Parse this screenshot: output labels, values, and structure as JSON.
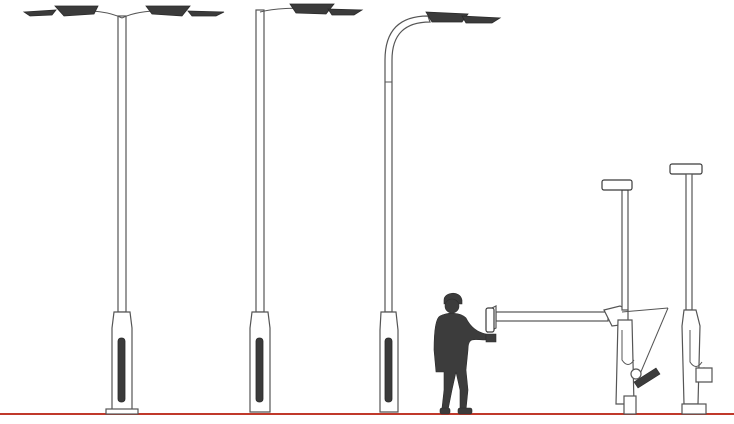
{
  "scene": {
    "background": "#ffffff",
    "ground_color": "#c0392b",
    "line_color": "#555555",
    "fixture_color": "#3b3b3b",
    "poles": [
      {
        "kind": "double-arm-pole"
      },
      {
        "kind": "single-arm-pole"
      },
      {
        "kind": "curved-arm-pole"
      },
      {
        "kind": "tilting-pole-lowered"
      },
      {
        "kind": "tilting-pole-upright"
      }
    ],
    "figure": {
      "kind": "worker-with-helmet"
    }
  }
}
